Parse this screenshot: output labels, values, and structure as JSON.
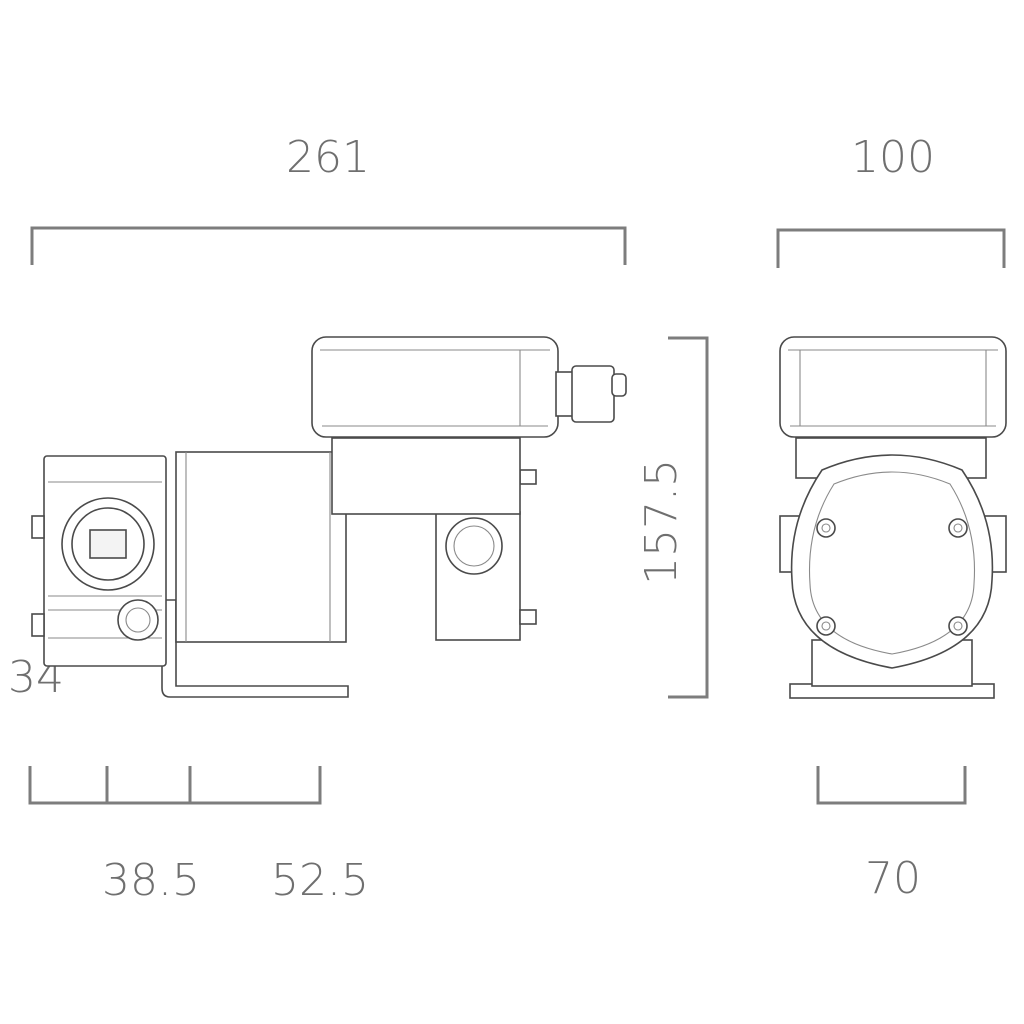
{
  "dimensions": {
    "overall_length": "261",
    "overall_width": "100",
    "overall_height": "157.5",
    "foot_offset": "34",
    "foot_hole_1": "38.5",
    "foot_hole_2": "52.5",
    "base_width": "70"
  },
  "colors": {
    "dimension": "#6f6f6f",
    "outline": "#4a4a4a",
    "background": "#ffffff"
  }
}
